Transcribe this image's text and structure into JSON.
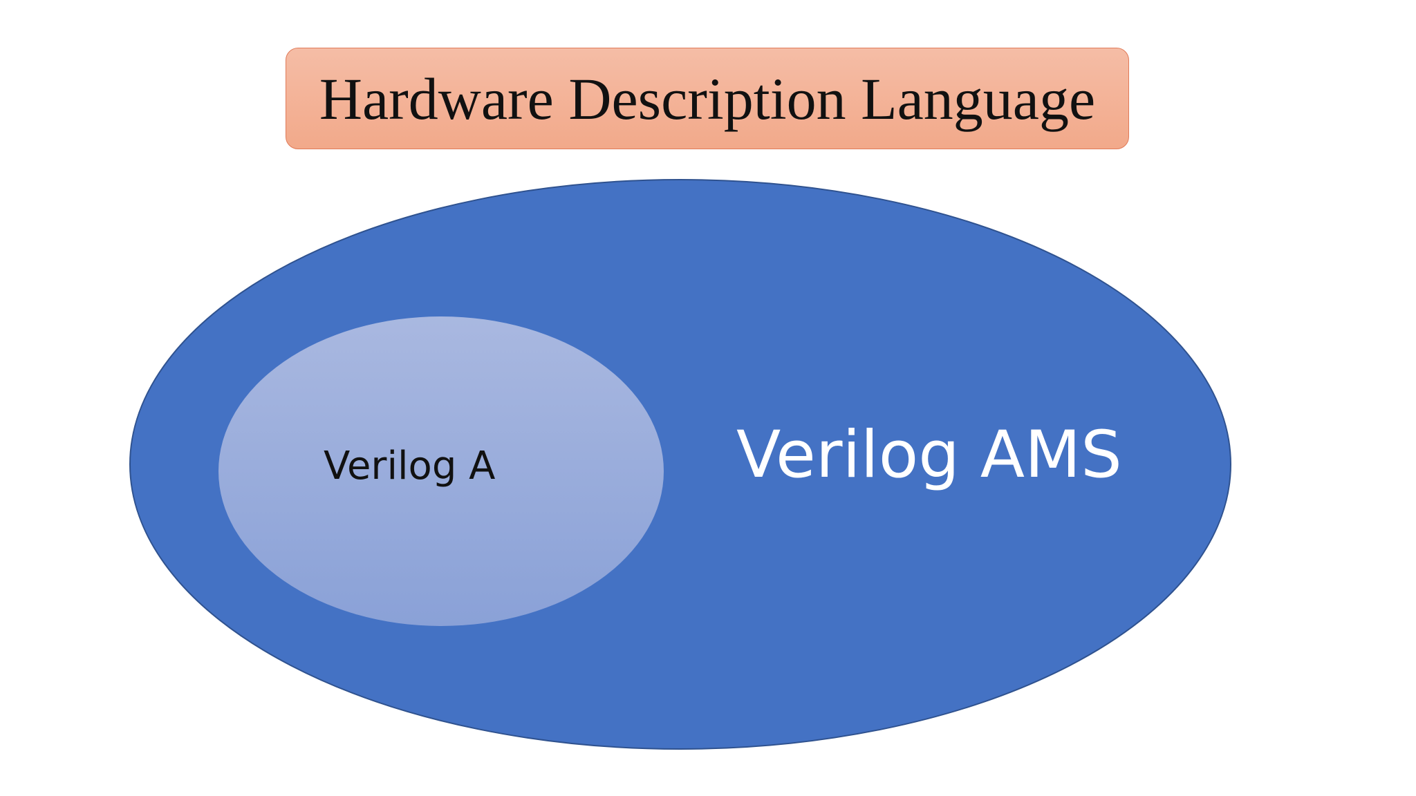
{
  "title": {
    "text": "Hardware Description Language"
  },
  "outer_set": {
    "label": "Verilog AMS",
    "fill": "#4472c4",
    "stroke": "#2f528f",
    "label_color": "#ffffff"
  },
  "inner_set": {
    "label": "Verilog A",
    "fill_top": "#a9b8e0",
    "fill_bottom": "#8aa1d7",
    "label_color": "#111111"
  }
}
